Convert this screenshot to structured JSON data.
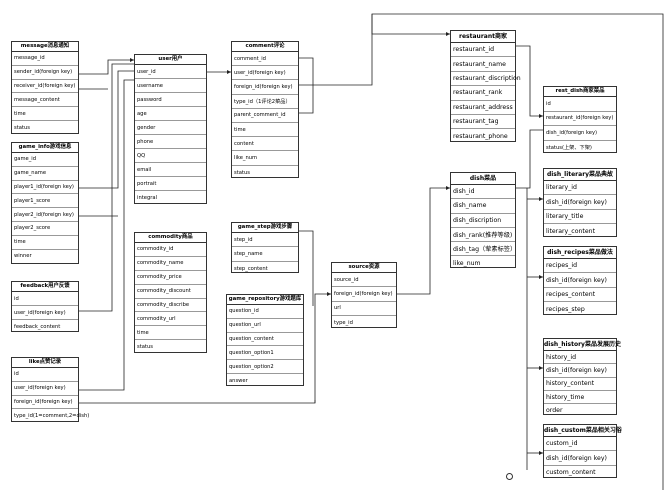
{
  "entities": {
    "message": {
      "title": "message消息通知",
      "fields": [
        "message_id",
        "sender_id(foreign key)",
        "receiver_id(foreign key)",
        "message_content",
        "time",
        "status"
      ]
    },
    "game_info": {
      "title": "game_info游戏信息",
      "fields": [
        "game_id",
        "game_name",
        "player1_id(foreign key)",
        "player1_score",
        "player2_id(foreign key)",
        "player2_score",
        "time",
        "winner"
      ]
    },
    "feedback": {
      "title": "feedback用户反馈",
      "fields": [
        "id",
        "user_id(foreign key)",
        "feedback_content"
      ]
    },
    "like": {
      "title": "like点赞记录",
      "fields": [
        "id",
        "user_id(foreign key)",
        "foreign_id(foreign key)",
        "type_id(1=comment,2=dish)"
      ]
    },
    "user": {
      "title": "user用户",
      "fields": [
        "user_id",
        "username",
        "password",
        "age",
        "gender",
        "phone",
        "QQ",
        "email",
        "portrait",
        "integral"
      ]
    },
    "commodity": {
      "title": "commodity商品",
      "fields": [
        "commodity_id",
        "commodity_name",
        "commodity_price",
        "commodity_discount",
        "commodity_discribe",
        "commodity_url",
        "time",
        "status"
      ]
    },
    "comment": {
      "title": "comment评论",
      "fields": [
        "comment_id",
        "user_id(foreign key)",
        "foreign_id(foreign key)",
        "type_id（1评论2菜品）",
        "parent_comment_id",
        "time",
        "content",
        "like_num",
        "status"
      ]
    },
    "game_step": {
      "title": "game_step游戏步骤",
      "fields": [
        "step_id",
        "step_name",
        "step_content"
      ]
    },
    "game_repository": {
      "title": "game_repository游戏题库",
      "fields": [
        "question_id",
        "question_url",
        "question_content",
        "question_option1",
        "question_option2",
        "answer"
      ]
    },
    "source": {
      "title": "source资源",
      "fields": [
        "source_id",
        "foreign_id(foreign key)",
        "url",
        "type_id"
      ]
    },
    "restaurant": {
      "title": "restaurant商家",
      "fields": [
        "restaurant_id",
        "restaurant_name",
        "restaurant_discription",
        "restaurant_rank",
        "restaurant_address",
        "restaurant_tag",
        "restaurant_phone"
      ]
    },
    "dish": {
      "title": "dish菜品",
      "fields": [
        "dish_id",
        "dish_name",
        "dish_discription",
        "dish_rank(推荐等级)",
        "dish_tag（荤素标签）",
        "like_num"
      ]
    },
    "rest_dish": {
      "title": "rest_dish商家菜品",
      "fields": [
        "id",
        "restaurant_id(foreign key)",
        "dish_id(foreign key)",
        "status(上架、下架)"
      ]
    },
    "dish_literary": {
      "title": "dish_literary菜品典故",
      "fields": [
        "literary_id",
        "dish_id(foreign key)",
        "literary_title",
        "literary_content"
      ]
    },
    "dish_recipes": {
      "title": "dish_recipes菜品做法",
      "fields": [
        "recipes_id",
        "dish_id(foreign key)",
        "recipes_content",
        "recipes_step"
      ]
    },
    "dish_history": {
      "title": "dish_history菜品发展历史",
      "fields": [
        "history_id",
        "dish_id(foreign key)",
        "history_content",
        "history_time",
        "order"
      ]
    },
    "dish_custom": {
      "title": "dish_custom菜品相关习俗",
      "fields": [
        "custom_id",
        "dish_id(foreign key)",
        "custom_content"
      ]
    }
  }
}
